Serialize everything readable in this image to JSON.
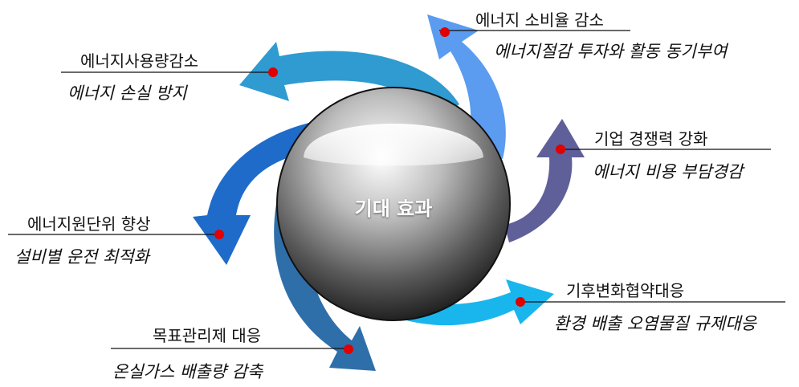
{
  "center": {
    "title": "기대 효과"
  },
  "items": [
    {
      "title": "에너지 소비율 감소",
      "subtitle": "에너지절감 투자와 활동 동기부여",
      "arrow_color": "#5B9BF0"
    },
    {
      "title": "기업 경쟁력 강화",
      "subtitle": "에너지 비용 부담경감",
      "arrow_color": "#5F5F9A"
    },
    {
      "title": "기후변화협약대응",
      "subtitle": "환경 배출 오염물질 규제대응",
      "arrow_color": "#19B6EE"
    },
    {
      "title": "목표관리제 대응",
      "subtitle": "온실가스 배출량 감축",
      "arrow_color": "#2E6FAA"
    },
    {
      "title": "에너지원단위 향상",
      "subtitle": "설비별 운전 최적화",
      "arrow_color": "#1F6BC9"
    },
    {
      "title": "에너지사용량감소",
      "subtitle": "에너지 손실 방지",
      "arrow_color": "#2F9BD0"
    }
  ],
  "marker_color": "#E00000"
}
